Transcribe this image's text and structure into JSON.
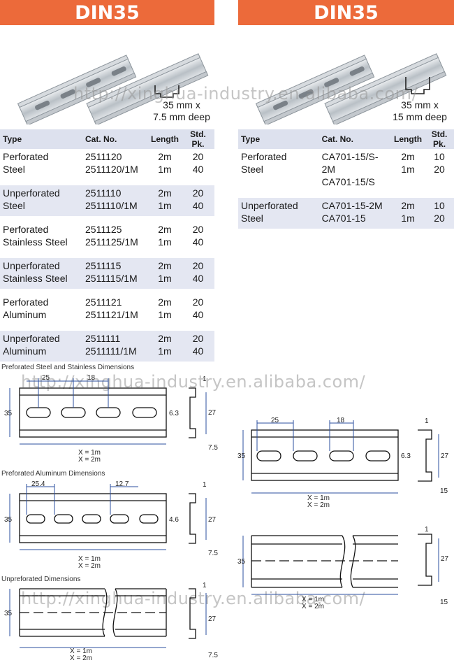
{
  "left": {
    "banner": "DIN35",
    "caption_line1": "35 mm x",
    "caption_line2": "7.5 mm deep",
    "headers": [
      "Type",
      "Cat. No.",
      "Length",
      "Std. Pk."
    ],
    "groups": [
      {
        "type": [
          "Perforated",
          "Steel"
        ],
        "cat": [
          "2511120",
          "2511120/1M"
        ],
        "length": [
          "2m",
          "1m"
        ],
        "pk": [
          "20",
          "40"
        ]
      },
      {
        "type": [
          "Unperforated",
          "Steel"
        ],
        "cat": [
          "2511110",
          "2511110/1M"
        ],
        "length": [
          "2m",
          "1m"
        ],
        "pk": [
          "20",
          "40"
        ]
      },
      {
        "type": [
          "Perforated",
          "Stainless Steel"
        ],
        "cat": [
          "2511125",
          "2511125/1M"
        ],
        "length": [
          "2m",
          "1m"
        ],
        "pk": [
          "20",
          "40"
        ]
      },
      {
        "type": [
          "Unperforated",
          "Stainless Steel"
        ],
        "cat": [
          "2511115",
          "2511115/1M"
        ],
        "length": [
          "2m",
          "1m"
        ],
        "pk": [
          "20",
          "40"
        ]
      },
      {
        "type": [
          "Perforated",
          "Aluminum"
        ],
        "cat": [
          "2511121",
          "2511121/1M"
        ],
        "length": [
          "2m",
          "1m"
        ],
        "pk": [
          "20",
          "40"
        ]
      },
      {
        "type": [
          "Unperforated",
          "Aluminum"
        ],
        "cat": [
          "2511111",
          "2511111/1M"
        ],
        "length": [
          "2m",
          "1m"
        ],
        "pk": [
          "20",
          "40"
        ]
      }
    ]
  },
  "right": {
    "banner": "DIN35",
    "caption_line1": "35 mm x",
    "caption_line2": "15 mm deep",
    "headers": [
      "Type",
      "Cat. No.",
      "Length",
      "Std. Pk."
    ],
    "groups": [
      {
        "type": [
          "Perforated",
          "Steel"
        ],
        "cat": [
          "CA701-15/S-2M",
          "CA701-15/S"
        ],
        "length": [
          "2m",
          "1m"
        ],
        "pk": [
          "10",
          "20"
        ]
      },
      {
        "type": [
          "Unperforated",
          "Steel"
        ],
        "cat": [
          "CA701-15-2M",
          "CA701-15"
        ],
        "length": [
          "2m",
          "1m"
        ],
        "pk": [
          "10",
          "20"
        ]
      }
    ]
  },
  "watermark": "http://xinghua-industry.en.alibaba.com/",
  "diagrams": {
    "perf_steel": {
      "title": "Preforated Steel and Stainless Dimensions",
      "pitch": "25",
      "slot": "18",
      "height": "35",
      "hole": "6.3",
      "profile_depth": "27",
      "thickness": "1",
      "flange": "7.5",
      "length_1": "X = 1m",
      "length_2": "X = 2m"
    },
    "perf_alu": {
      "title": "Preforated Aluminum Dimensions",
      "pitch": "25.4",
      "slot": "12.7",
      "height": "35",
      "hole": "4.6",
      "profile_depth": "27",
      "thickness": "1",
      "flange": "7.5",
      "length_1": "X = 1m",
      "length_2": "X = 2m"
    },
    "unperf": {
      "title": "Unpreforated  Dimensions",
      "height": "35",
      "profile_depth": "27",
      "thickness": "1",
      "flange": "7.5",
      "length_1": "X = 1m",
      "length_2": "X = 2m"
    },
    "right_perf": {
      "pitch": "25",
      "slot": "18",
      "height": "35",
      "hole": "6.3",
      "profile_depth": "27",
      "thickness": "1",
      "flange": "15",
      "length_1": "X  =  1m",
      "length_2": "X  =  2m"
    },
    "right_unperf": {
      "height": "35",
      "profile_depth": "27",
      "thickness": "1",
      "flange": "15",
      "length_1": "X  =  1m",
      "length_2": "X  =  2m"
    }
  }
}
